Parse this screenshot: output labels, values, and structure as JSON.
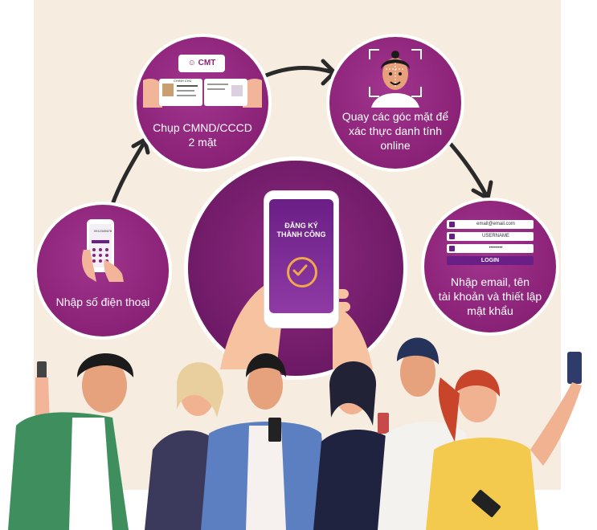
{
  "steps": [
    {
      "caption_lines": [
        "Nhập số điện thoại"
      ],
      "phone_number": "0912345678"
    },
    {
      "caption_lines": [
        "Chụp CMND/CCCD",
        "2 mặt"
      ],
      "badge": "CMT",
      "card_label": "CHINH CHỦ"
    },
    {
      "caption_lines": [
        "Quay các góc mặt để",
        "xác thực danh tính",
        "online"
      ]
    },
    {
      "caption_lines": [
        "Nhập email, tên",
        "tài khoản và thiết lập",
        "mật khẩu"
      ],
      "login": {
        "email": "email@email.com",
        "username": "USERNAME",
        "password": "••••••••",
        "button": "LOGIN"
      }
    }
  ],
  "center": {
    "title_lines": [
      "ĐĂNG KÝ",
      "THÀNH CÔNG"
    ]
  },
  "colors": {
    "purple": "#8a2277",
    "dark_purple": "#6a1f86",
    "cream": "#f6ede0",
    "accent_orange": "#f0a84a"
  }
}
